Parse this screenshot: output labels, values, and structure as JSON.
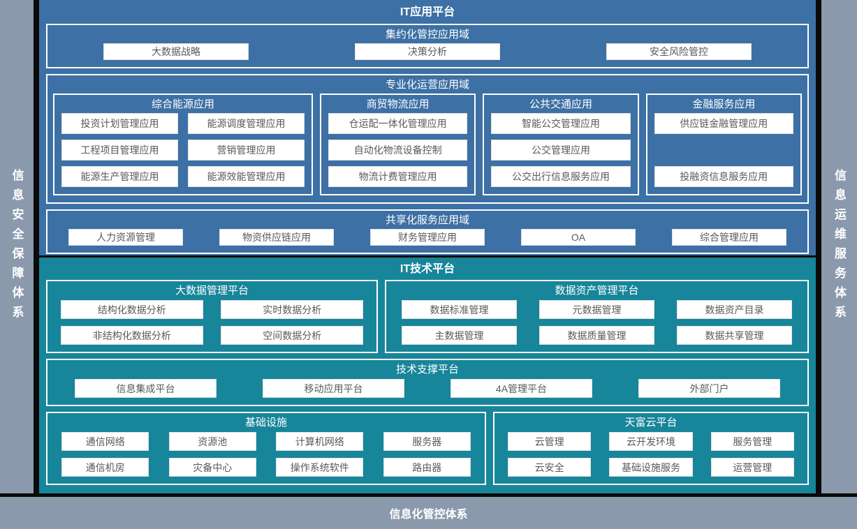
{
  "colors": {
    "background_gray": "#8a99ac",
    "app_blue": "#3d70a4",
    "tech_teal": "#17859a",
    "divider_black": "#0a0a0a",
    "box_text_gray": "#595959"
  },
  "left_sidebar": {
    "label": "信息安全保障体系"
  },
  "right_sidebar": {
    "label": "信息运维服务体系"
  },
  "bottom_bar": {
    "label": "信息化管控体系"
  },
  "app_platform": {
    "title": "IT应用平台",
    "domain1": {
      "title": "集约化管控应用域",
      "items": [
        "大数据战略",
        "决策分析",
        "安全风险管控"
      ]
    },
    "domain2": {
      "title": "专业化运营应用域",
      "col1": {
        "title": "综合能源应用",
        "items": [
          "投资计划管理应用",
          "能源调度管理应用",
          "工程项目管理应用",
          "营销管理应用",
          "能源生产管理应用",
          "能源效能管理应用"
        ]
      },
      "col2": {
        "title": "商贸物流应用",
        "items": [
          "仓运配一体化管理应用",
          "自动化物流设备控制",
          "物流计费管理应用"
        ]
      },
      "col3": {
        "title": "公共交通应用",
        "items": [
          "智能公交管理应用",
          "公交管理应用",
          "公交出行信息服务应用"
        ]
      },
      "col4": {
        "title": "金融服务应用",
        "items": [
          "供应链金融管理应用",
          "投融资信息服务应用"
        ]
      }
    },
    "domain3": {
      "title": "共享化服务应用域",
      "items": [
        "人力资源管理",
        "物资供应链应用",
        "财务管理应用",
        "OA",
        "综合管理应用"
      ]
    }
  },
  "tech_platform": {
    "title": "IT技术平台",
    "bigdata": {
      "title": "大数据管理平台",
      "items": [
        "结构化数据分析",
        "实时数据分析",
        "非结构化数据分析",
        "空间数据分析"
      ]
    },
    "data_asset": {
      "title": "数据资产管理平台",
      "items": [
        "数据标准管理",
        "元数据管理",
        "数据资产目录",
        "主数据管理",
        "数据质量管理",
        "数据共享管理"
      ]
    },
    "tech_support": {
      "title": "技术支撑平台",
      "items": [
        "信息集成平台",
        "移动应用平台",
        "4A管理平台",
        "外部门户"
      ]
    },
    "infrastructure": {
      "title": "基础设施",
      "items": [
        "通信网络",
        "资源池",
        "计算机网络",
        "服务器",
        "通信机房",
        "灾备中心",
        "操作系统软件",
        "路由器"
      ]
    },
    "cloud": {
      "title": "天富云平台",
      "items": [
        "云管理",
        "云开发环境",
        "服务管理",
        "云安全",
        "基础设施服务",
        "运营管理"
      ]
    }
  }
}
